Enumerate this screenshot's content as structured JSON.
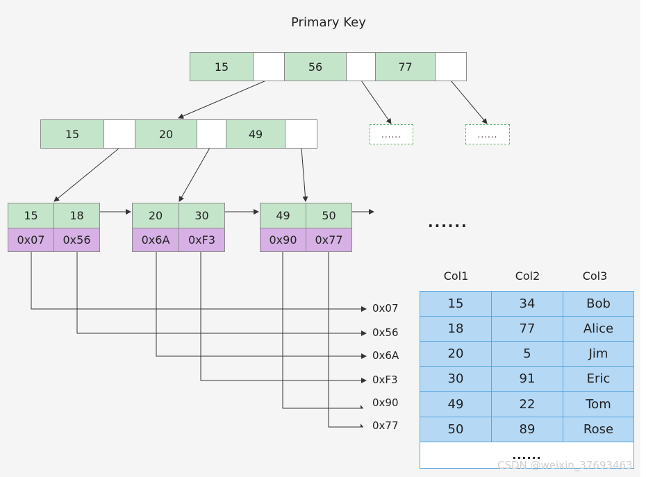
{
  "title": "Primary Key",
  "root": {
    "keys": [
      "15",
      "56",
      "77"
    ]
  },
  "level1": {
    "keys": [
      "15",
      "20",
      "49"
    ]
  },
  "placeholders": [
    "......",
    "......"
  ],
  "leaves": [
    {
      "keys": [
        "15",
        "18"
      ],
      "addrs": [
        "0x07",
        "0x56"
      ]
    },
    {
      "keys": [
        "20",
        "30"
      ],
      "addrs": [
        "0x6A",
        "0xF3"
      ]
    },
    {
      "keys": [
        "49",
        "50"
      ],
      "addrs": [
        "0x90",
        "0x77"
      ]
    }
  ],
  "leaf_ellipsis": "......",
  "addresses": [
    "0x07",
    "0x56",
    "0x6A",
    "0xF3",
    "0x90",
    "0x77"
  ],
  "table": {
    "columns": [
      "Col1",
      "Col2",
      "Col3"
    ],
    "rows": [
      [
        "15",
        "34",
        "Bob"
      ],
      [
        "18",
        "77",
        "Alice"
      ],
      [
        "20",
        "5",
        "Jim"
      ],
      [
        "30",
        "91",
        "Eric"
      ],
      [
        "49",
        "22",
        "Tom"
      ],
      [
        "50",
        "89",
        "Rose"
      ]
    ],
    "footer": "......"
  },
  "watermark": "CSDN @weixin_37693463",
  "colors": {
    "key_cell": "#c5e5cb",
    "address_cell": "#d7b1e6",
    "table_cell": "#b5d8f5",
    "table_border": "#5aa6dc",
    "placeholder_border": "#5fb36a"
  }
}
